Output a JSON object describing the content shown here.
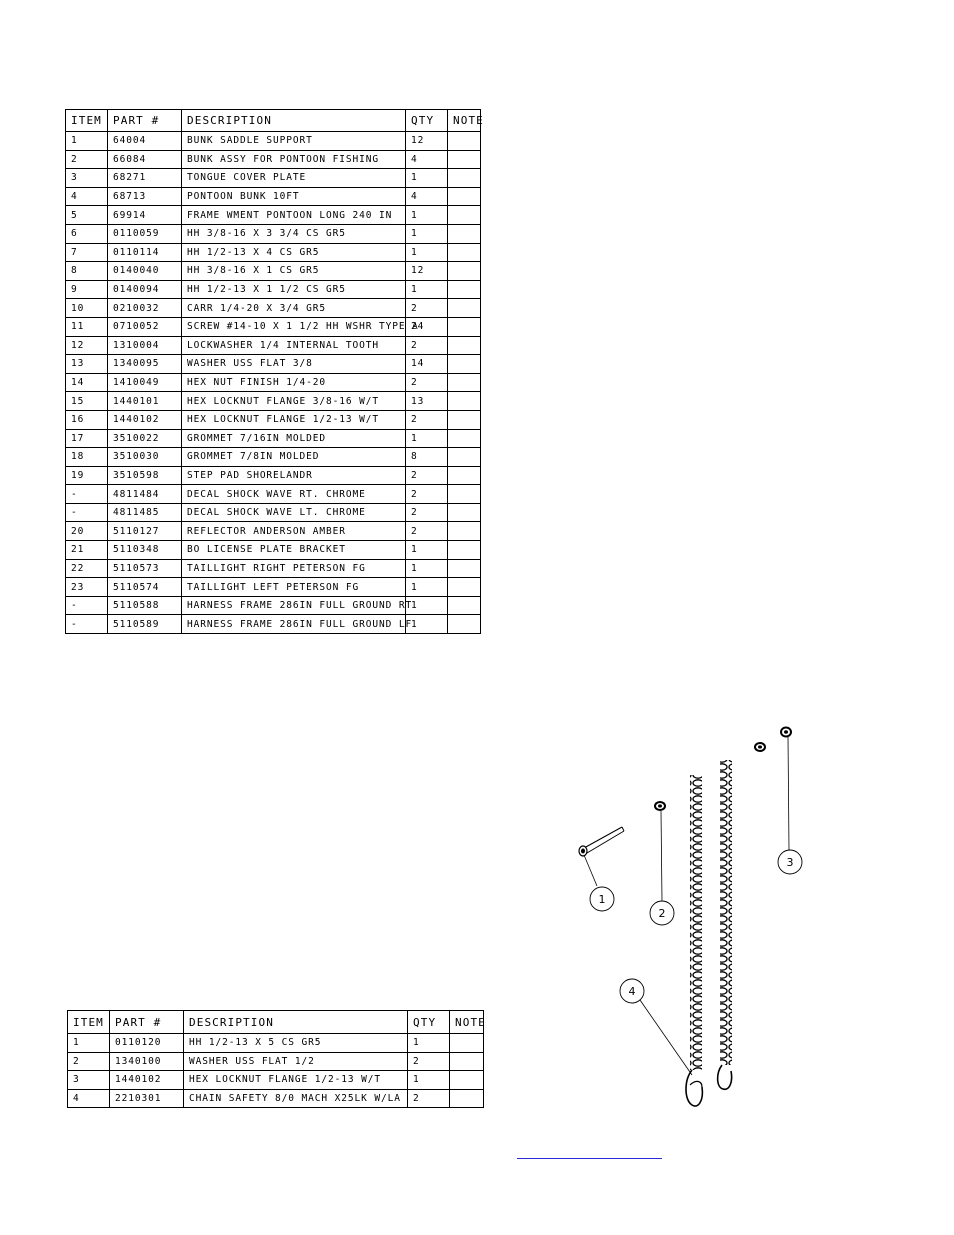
{
  "main_table": {
    "headers": [
      "ITEM",
      "PART #",
      "DESCRIPTION",
      "QTY",
      "NOTE"
    ],
    "rows": [
      {
        "item": "1",
        "part": "64004",
        "desc": "BUNK SADDLE SUPPORT",
        "qty": "12",
        "note": ""
      },
      {
        "item": "2",
        "part": "66084",
        "desc": "BUNK ASSY FOR PONTOON FISHING",
        "qty": "4",
        "note": ""
      },
      {
        "item": "3",
        "part": "68271",
        "desc": "TONGUE COVER PLATE",
        "qty": "1",
        "note": ""
      },
      {
        "item": "4",
        "part": "68713",
        "desc": "PONTOON BUNK  10FT",
        "qty": "4",
        "note": ""
      },
      {
        "item": "5",
        "part": "69914",
        "desc": "FRAME WMENT PONTOON LONG 240 IN",
        "qty": "1",
        "note": ""
      },
      {
        "item": "6",
        "part": "0110059",
        "desc": "HH 3/8-16 X 3 3/4 CS GR5",
        "qty": "1",
        "note": ""
      },
      {
        "item": "7",
        "part": "0110114",
        "desc": "HH 1/2-13 X 4 CS GR5",
        "qty": "1",
        "note": ""
      },
      {
        "item": "8",
        "part": "0140040",
        "desc": "HH 3/8-16 X 1 CS GR5",
        "qty": "12",
        "note": ""
      },
      {
        "item": "9",
        "part": "0140094",
        "desc": "HH 1/2-13 X 1 1/2 CS GR5",
        "qty": "1",
        "note": ""
      },
      {
        "item": "10",
        "part": "0210032",
        "desc": "CARR 1/4-20 X 3/4 GR5",
        "qty": "2",
        "note": ""
      },
      {
        "item": "11",
        "part": "0710052",
        "desc": "SCREW #14-10 X 1 1/2 HH WSHR TYPE A",
        "qty": "24",
        "note": ""
      },
      {
        "item": "12",
        "part": "1310004",
        "desc": "LOCKWASHER 1/4 INTERNAL TOOTH",
        "qty": "2",
        "note": ""
      },
      {
        "item": "13",
        "part": "1340095",
        "desc": "WASHER USS FLAT 3/8",
        "qty": "14",
        "note": ""
      },
      {
        "item": "14",
        "part": "1410049",
        "desc": "HEX NUT FINISH 1/4-20",
        "qty": "2",
        "note": ""
      },
      {
        "item": "15",
        "part": "1440101",
        "desc": "HEX LOCKNUT FLANGE 3/8-16 W/T",
        "qty": "13",
        "note": ""
      },
      {
        "item": "16",
        "part": "1440102",
        "desc": "HEX LOCKNUT FLANGE 1/2-13 W/T",
        "qty": "2",
        "note": ""
      },
      {
        "item": "17",
        "part": "3510022",
        "desc": "GROMMET  7/16IN MOLDED",
        "qty": "1",
        "note": ""
      },
      {
        "item": "18",
        "part": "3510030",
        "desc": "GROMMET  7/8IN MOLDED",
        "qty": "8",
        "note": ""
      },
      {
        "item": "19",
        "part": "3510598",
        "desc": "STEP PAD SHORELANDR",
        "qty": "2",
        "note": ""
      },
      {
        "item": "-",
        "part": "4811484",
        "desc": "DECAL SHOCK WAVE RT. CHROME",
        "qty": "2",
        "note": ""
      },
      {
        "item": "-",
        "part": "4811485",
        "desc": "DECAL SHOCK WAVE LT. CHROME",
        "qty": "2",
        "note": ""
      },
      {
        "item": "20",
        "part": "5110127",
        "desc": "REFLECTOR ANDERSON AMBER",
        "qty": "2",
        "note": ""
      },
      {
        "item": "21",
        "part": "5110348",
        "desc": "BO LICENSE PLATE BRACKET",
        "qty": "1",
        "note": ""
      },
      {
        "item": "22",
        "part": "5110573",
        "desc": "TAILLIGHT RIGHT PETERSON FG",
        "qty": "1",
        "note": ""
      },
      {
        "item": "23",
        "part": "5110574",
        "desc": "TAILLIGHT LEFT PETERSON FG",
        "qty": "1",
        "note": ""
      },
      {
        "item": "-",
        "part": "5110588",
        "desc": "HARNESS FRAME 286IN FULL GROUND RT",
        "qty": "1",
        "note": ""
      },
      {
        "item": "-",
        "part": "5110589",
        "desc": "HARNESS FRAME 286IN FULL GROUND LF",
        "qty": "1",
        "note": ""
      }
    ]
  },
  "chain_table": {
    "headers": [
      "ITEM",
      "PART #",
      "DESCRIPTION",
      "QTY",
      "NOTE"
    ],
    "rows": [
      {
        "item": "1",
        "part": "0110120",
        "desc": "HH 1/2-13 X 5 CS GR5",
        "qty": "1",
        "note": ""
      },
      {
        "item": "2",
        "part": "1340100",
        "desc": "WASHER USS FLAT 1/2",
        "qty": "2",
        "note": ""
      },
      {
        "item": "3",
        "part": "1440102",
        "desc": "HEX LOCKNUT FLANGE 1/2-13 W/T",
        "qty": "1",
        "note": ""
      },
      {
        "item": "4",
        "part": "2210301",
        "desc": "CHAIN SAFETY 8/0 MACH X25LK W/LA",
        "qty": "2",
        "note": ""
      }
    ]
  },
  "diagram": {
    "balloons": [
      "1",
      "2",
      "3",
      "4"
    ]
  },
  "colors": {
    "line": "#000000",
    "link": "#2a2ad8"
  }
}
